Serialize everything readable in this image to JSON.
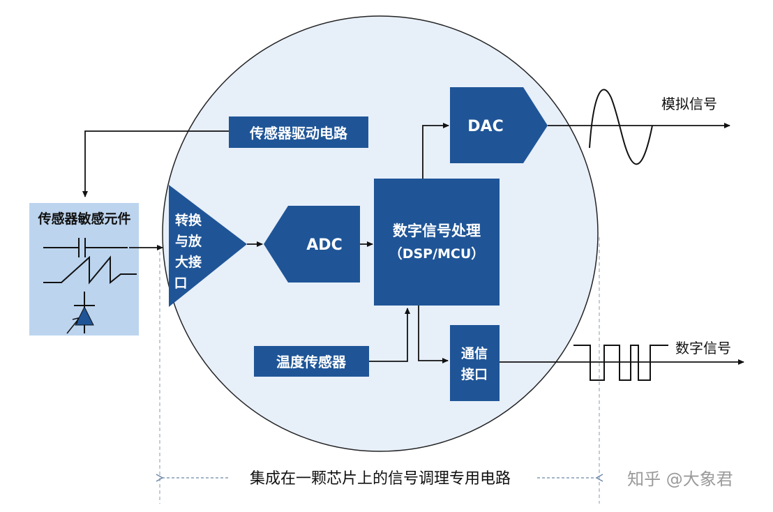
{
  "blocks": {
    "sensor_element": "传感器敏感元件",
    "sensor_driver": "传感器驱动电路",
    "conversion_amp": [
      "转换",
      "与放",
      "大接",
      "口"
    ],
    "adc": "ADC",
    "dsp_line1": "数字信号处理",
    "dsp_line2": "（DSP/MCU）",
    "dac": "DAC",
    "temp_sensor": "温度传感器",
    "comm_interface": [
      "通信",
      "接口"
    ]
  },
  "outputs": {
    "analog": "模拟信号",
    "digital": "数字信号"
  },
  "caption": "集成在一颗芯片上的信号调理专用电路",
  "watermark": "知乎 @大象君",
  "colors": {
    "block": "#1f5597",
    "circle_fill": "#e7eff9",
    "sensor_fill": "#bcd4ee",
    "line": "#111111",
    "dashed": "#8a9aaa"
  }
}
